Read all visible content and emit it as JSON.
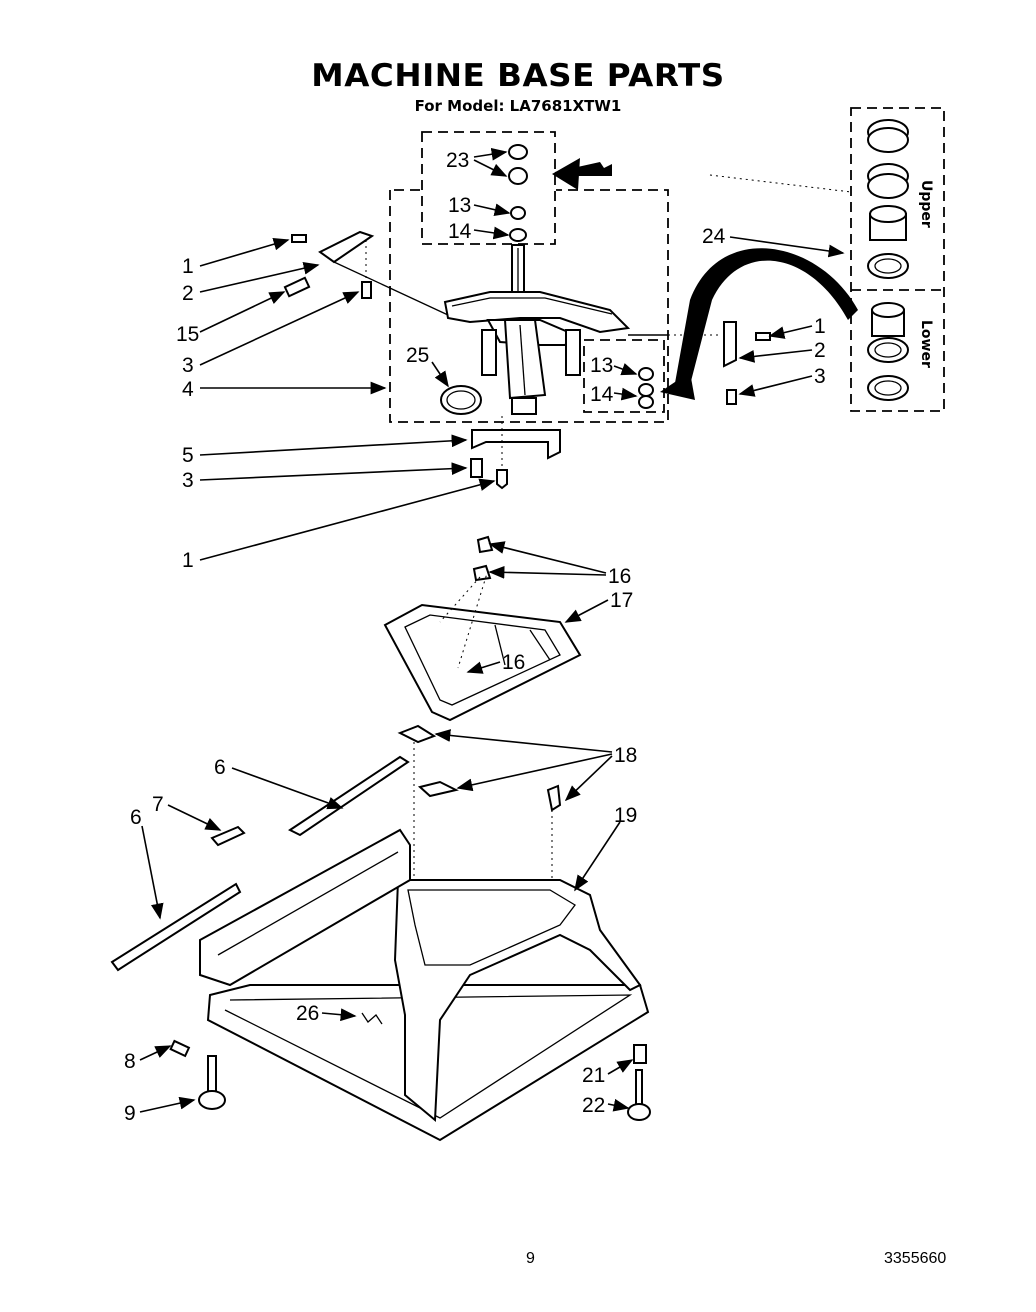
{
  "title": "MACHINE BASE PARTS",
  "subtitle": "For Model: LA7681XTW1",
  "page_number": "9",
  "document_number": "3355660",
  "inset": {
    "upper_label": "Upper",
    "lower_label": "Lower"
  },
  "callouts": {
    "c23": "23",
    "c13a": "13",
    "c14a": "14",
    "c24": "24",
    "c1a": "1",
    "c2a": "2",
    "c15": "15",
    "c3a": "3",
    "c25": "25",
    "c4": "4",
    "c13b": "13",
    "c14b": "14",
    "c1b": "1",
    "c2b": "2",
    "c3b": "3",
    "c5": "5",
    "c3c": "3",
    "c1c": "1",
    "c16a": "16",
    "c17": "17",
    "c16b": "16",
    "c18": "18",
    "c6a": "6",
    "c7": "7",
    "c6b": "6",
    "c19": "19",
    "c26": "26",
    "c8": "8",
    "c9": "9",
    "c21": "21",
    "c22": "22"
  }
}
